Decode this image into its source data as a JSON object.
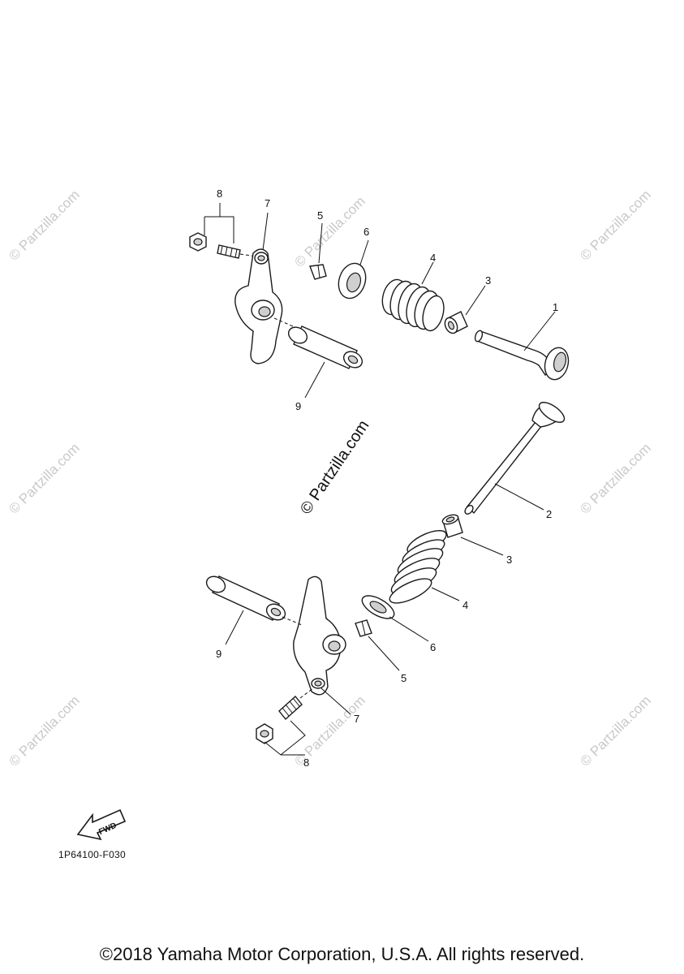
{
  "diagram": {
    "part_code": "1P64100-F030",
    "copyright": "©2018 Yamaha Motor Corporation, U.S.A. All rights reserved.",
    "center_watermark": "© Partzilla.com",
    "watermark_text": "© Partzilla.com",
    "fwd_label": "FWD",
    "callouts": {
      "upper": {
        "c1": "1",
        "c3": "3",
        "c4": "4",
        "c5": "5",
        "c6": "6",
        "c7": "7",
        "c8": "8",
        "c9": "9"
      },
      "lower": {
        "c2": "2",
        "c3": "3",
        "c4": "4",
        "c5": "5",
        "c6": "6",
        "c7": "7",
        "c8": "8",
        "c9": "9"
      }
    }
  }
}
